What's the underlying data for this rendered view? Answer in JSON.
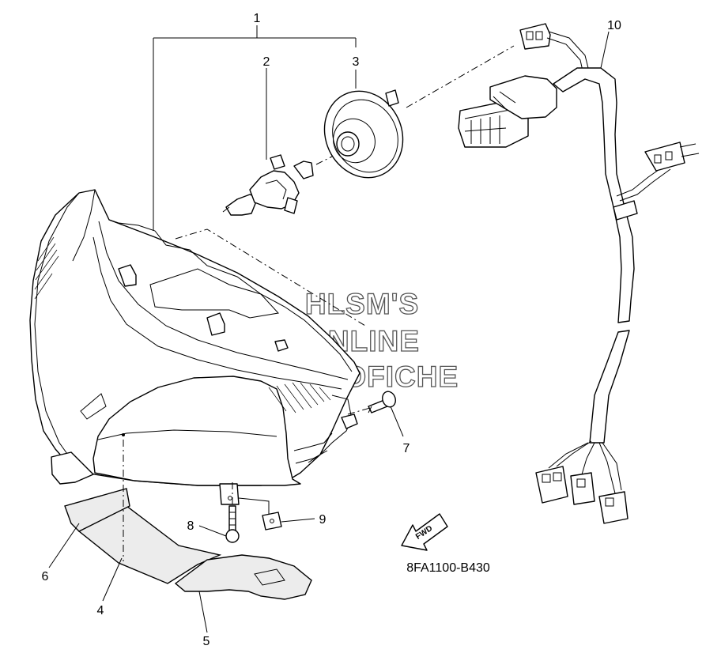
{
  "callouts": {
    "c1": "1",
    "c2": "2",
    "c3": "3",
    "c4": "4",
    "c5": "5",
    "c6": "6",
    "c7": "7",
    "c8": "8",
    "c9": "9",
    "c10": "10"
  },
  "fwd_label": "FWD",
  "part_code": "8FA1100-B430",
  "watermark": {
    "line1": "HLSM'S",
    "line2": "ONLINE",
    "line3": "MICROFICHE"
  },
  "parts": [
    {
      "ref": "1",
      "icon": "headlight-assembly-icon"
    },
    {
      "ref": "2",
      "icon": "bulb-icon"
    },
    {
      "ref": "3",
      "icon": "bulb-socket-cover-icon"
    },
    {
      "ref": "4",
      "icon": "shield-plate-icon"
    },
    {
      "ref": "5",
      "icon": "bracket-plate-icon"
    },
    {
      "ref": "6",
      "icon": "gasket-icon"
    },
    {
      "ref": "7",
      "icon": "screw-icon"
    },
    {
      "ref": "8",
      "icon": "screw-icon"
    },
    {
      "ref": "9",
      "icon": "clip-nut-icon"
    },
    {
      "ref": "10",
      "icon": "wire-harness-icon"
    }
  ]
}
